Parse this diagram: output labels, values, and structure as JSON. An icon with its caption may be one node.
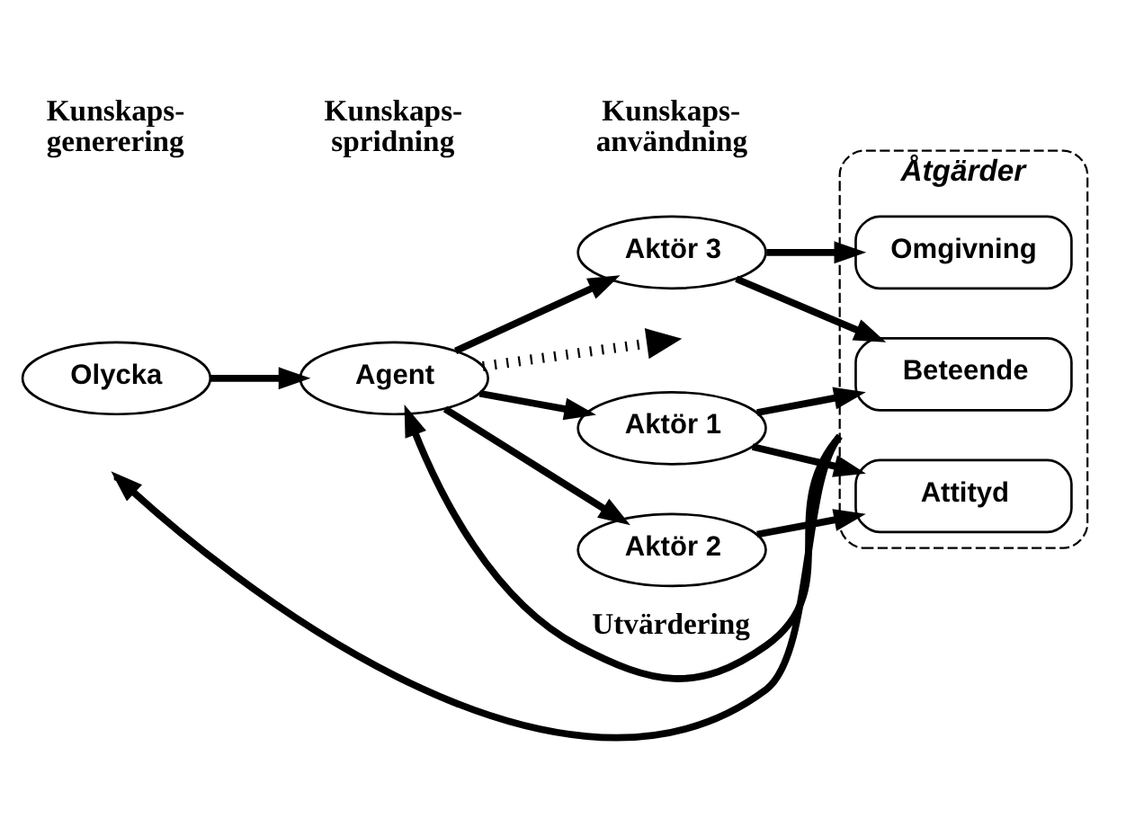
{
  "diagram": {
    "nodes": [
      {
        "text": [
          "Olycka"
        ]
      },
      {
        "text": [
          "Agent"
        ]
      },
      {
        "text": [
          "Aktör 1"
        ]
      },
      {
        "text": [
          "Aktör 2"
        ]
      },
      {
        "text": [
          "Aktör 3"
        ]
      },
      {
        "text": [
          "Åtgärder"
        ]
      },
      {
        "text": [
          "Attityd"
        ],
        "in": 5
      },
      {
        "text": [
          "Beteende"
        ],
        "in": 5
      },
      {
        "text": [
          "Omgivning"
        ],
        "in": 5
      }
    ],
    "edges": [
      {
        "from": 0,
        "to": 1,
        "arrow": "to"
      },
      {
        "from": 1,
        "to": 2,
        "arrow": "to"
      },
      {
        "from": 1,
        "to": 3,
        "arrow": "to"
      },
      {
        "from": 1,
        "to": 4,
        "arrow": "to"
      },
      {
        "from": 1,
        "to": null,
        "arrow": "to",
        "style": "dashed"
      },
      {
        "from": 2,
        "to": 6,
        "arrow": "to"
      },
      {
        "from": 2,
        "to": 7,
        "arrow": "to"
      },
      {
        "from": 3,
        "to": 6,
        "arrow": "to"
      },
      {
        "from": 4,
        "to": 7,
        "arrow": "to"
      },
      {
        "from": 4,
        "to": 8,
        "arrow": "to"
      },
      {
        "from": 5,
        "to": 1,
        "arrow": "to",
        "label": "Utvärdering"
      },
      {
        "from": 5,
        "to": null,
        "arrow": "to"
      }
    ],
    "labels": [
      "Kunskaps- generering",
      "Kunskaps- spridning",
      "Kunskaps- användning"
    ]
  }
}
